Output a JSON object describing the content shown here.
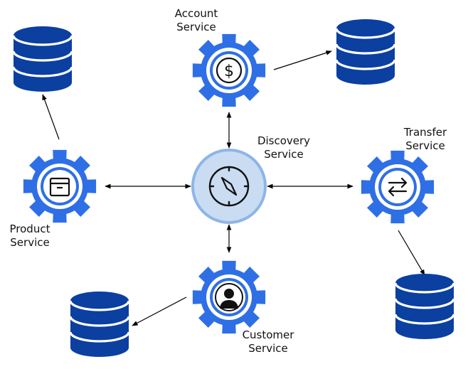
{
  "colors": {
    "gear": "#2f6fe6",
    "gear_inner_ring": "#ffffff",
    "gear_core": "#ffffff",
    "icon_stroke": "#111111",
    "database": "#0b3fa0",
    "database_divider": "#ffffff",
    "discovery_fill": "#c9dcf2",
    "discovery_ring": "#8fb5e6",
    "arrow": "#000000"
  },
  "services": {
    "account": {
      "line1": "Account",
      "line2": "Service",
      "icon": "dollar-icon"
    },
    "discovery": {
      "line1": "Discovery",
      "line2": "Service",
      "icon": "compass-icon"
    },
    "transfer": {
      "line1": "Transfer",
      "line2": "Service",
      "icon": "swap-arrows-icon"
    },
    "product": {
      "line1": "Product",
      "line2": "Service",
      "icon": "box-icon"
    },
    "customer": {
      "line1": "Customer",
      "line2": "Service",
      "icon": "user-icon"
    }
  }
}
